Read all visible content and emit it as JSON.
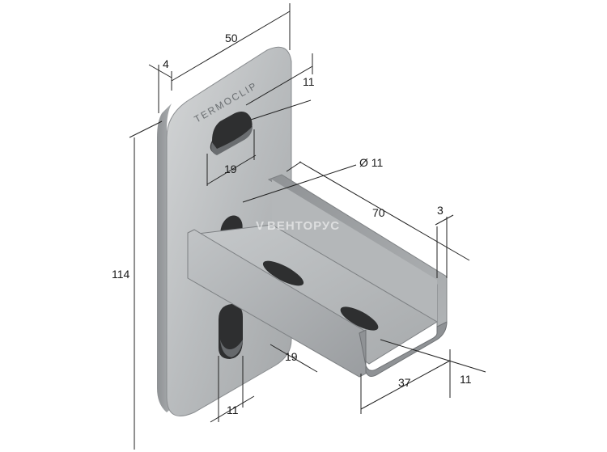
{
  "brand_engraving": "TERMOCLIP",
  "watermark": "ВЕНТОРУС",
  "dimensions": {
    "plate_width": "50",
    "plate_thickness": "4",
    "slot_height_top": "11",
    "slot_length_top": "19",
    "hole_diameter": "Ø 11",
    "bracket_length": "70",
    "profile_thickness": "3",
    "plate_height": "114",
    "slot_length_bottom": "19",
    "slot_width_bottom": "11",
    "profile_width": "37",
    "profile_slot_width": "11"
  },
  "colors": {
    "metal_light": "#c9cbcc",
    "metal_mid": "#a8abad",
    "metal_dark": "#7d8083",
    "background": "#ffffff",
    "dimension_lines": "#222222"
  }
}
